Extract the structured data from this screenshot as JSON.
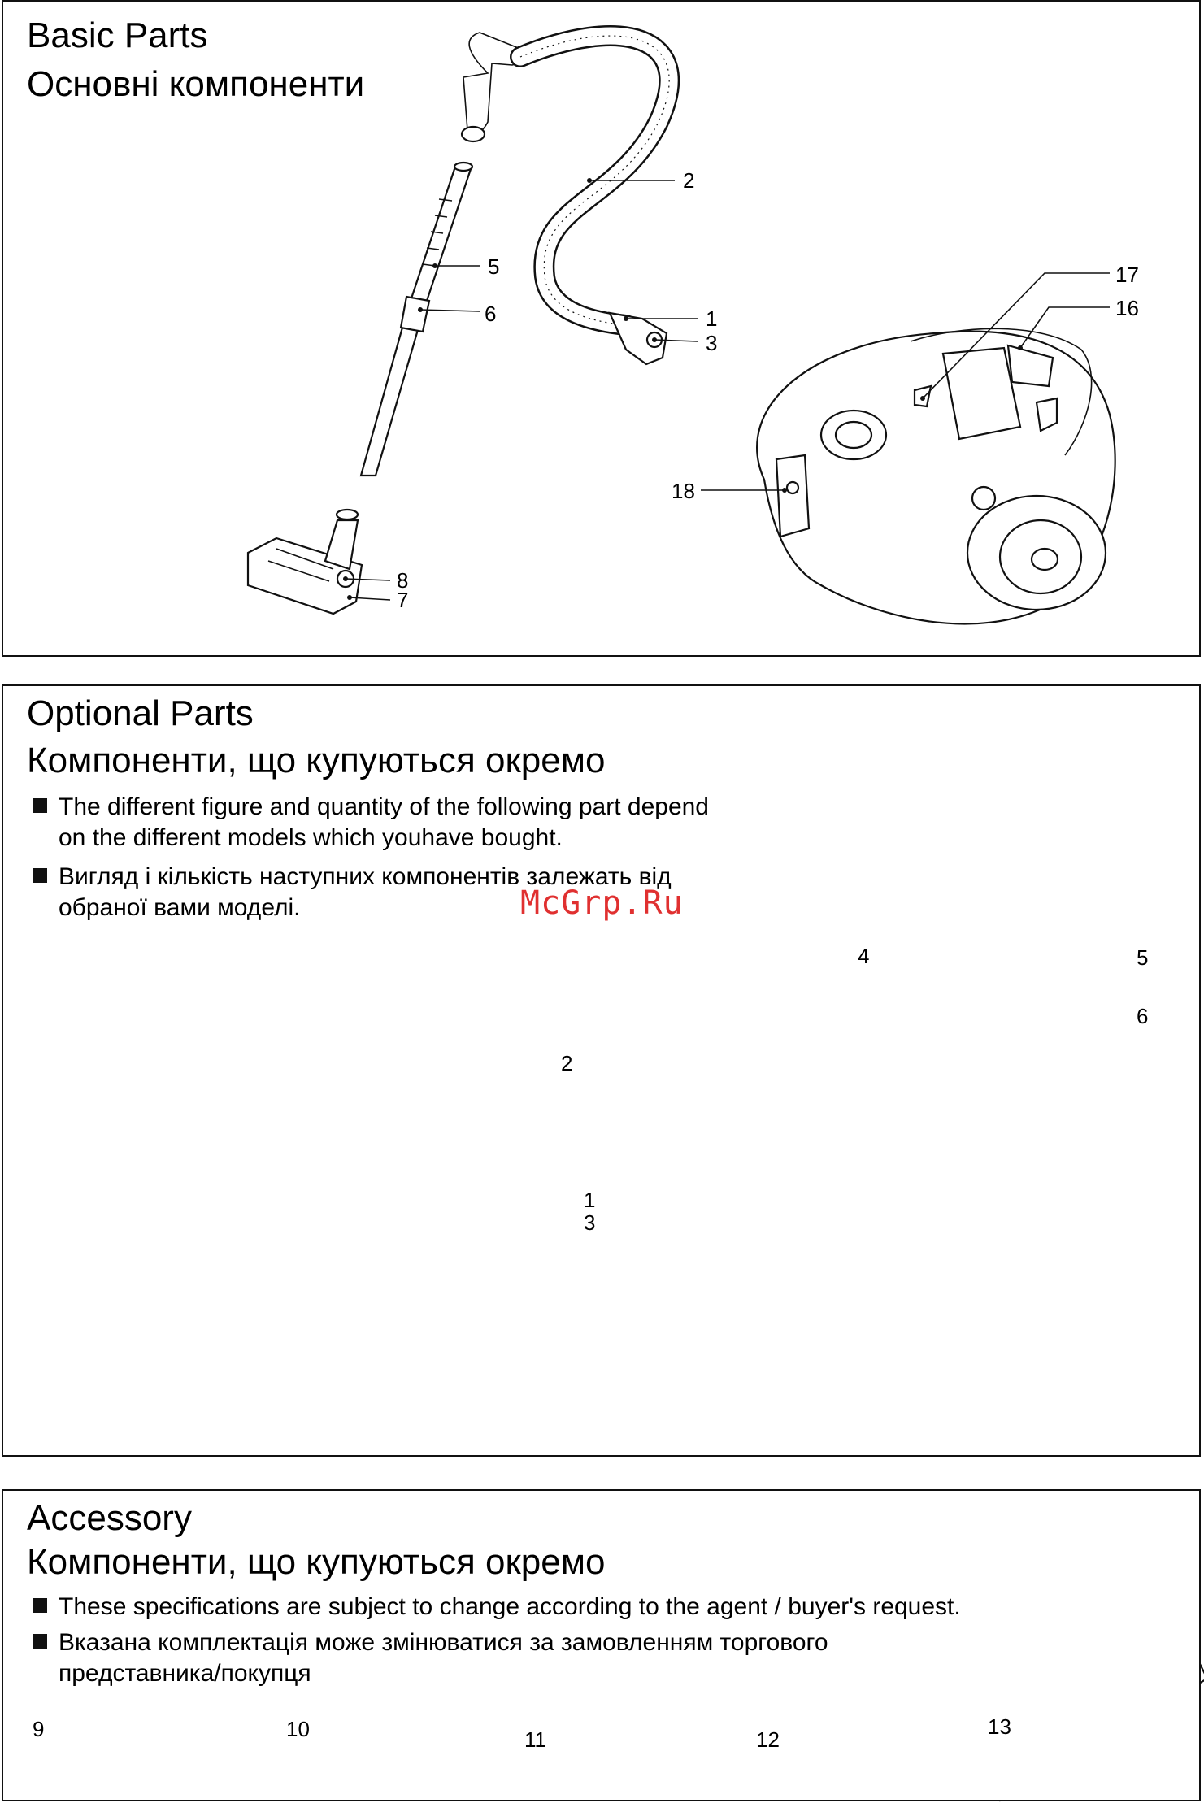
{
  "basic_parts": {
    "title_en": "Basic Parts",
    "title_uk": "Основні компоненти",
    "labels": {
      "l1": "1",
      "l2": "2",
      "l3": "3",
      "l5": "5",
      "l6": "6",
      "l7": "7",
      "l8": "8",
      "l16": "16",
      "l17": "17",
      "l18": "18"
    }
  },
  "optional_parts": {
    "title_en": "Optional Parts",
    "title_uk": "Компоненти, що купуються окремо",
    "note_en_1": "The different figure and quantity of the following part depend",
    "note_en_2": "on the different models which youhave bought.",
    "note_uk_1": "Вигляд і кількість наступних компонентів залежать від",
    "note_uk_2": "обраної вами моделі.",
    "labels": {
      "l1": "1",
      "l2": "2",
      "l3": "3",
      "l4": "4",
      "l5": "5",
      "l6": "6"
    }
  },
  "watermark": "McGrp.Ru",
  "accessory": {
    "title_en": "Accessory",
    "title_uk": "Компоненти, що купуються окремо",
    "note_en": "These specifications are subject to change according to the agent / buyer's request.",
    "note_uk_1": "Вказана комплектація може змінюватися за замовленням торгового",
    "note_uk_2": "представника/покупця",
    "labels": {
      "l9": "9",
      "l10": "10",
      "l11": "11",
      "l12": "12",
      "l13": "13"
    }
  }
}
